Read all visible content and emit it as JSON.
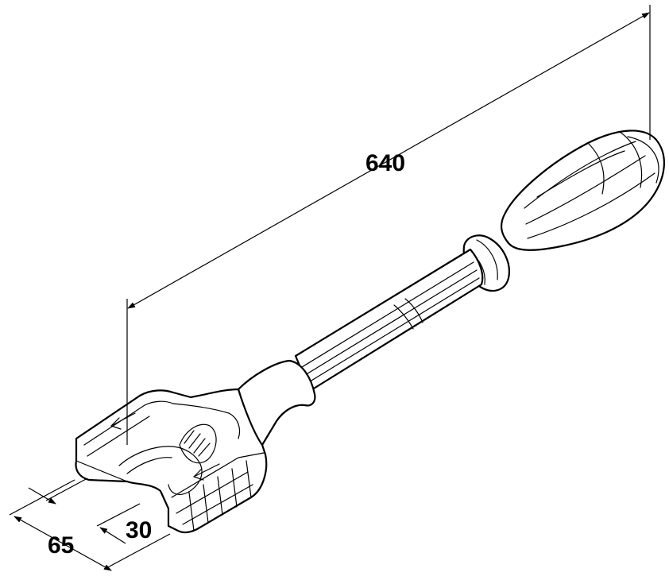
{
  "dimensions": {
    "overall_length": "640",
    "jaw_width": "65",
    "jaw_opening": "30"
  },
  "colors": {
    "line": "#000000",
    "background": "#ffffff"
  }
}
